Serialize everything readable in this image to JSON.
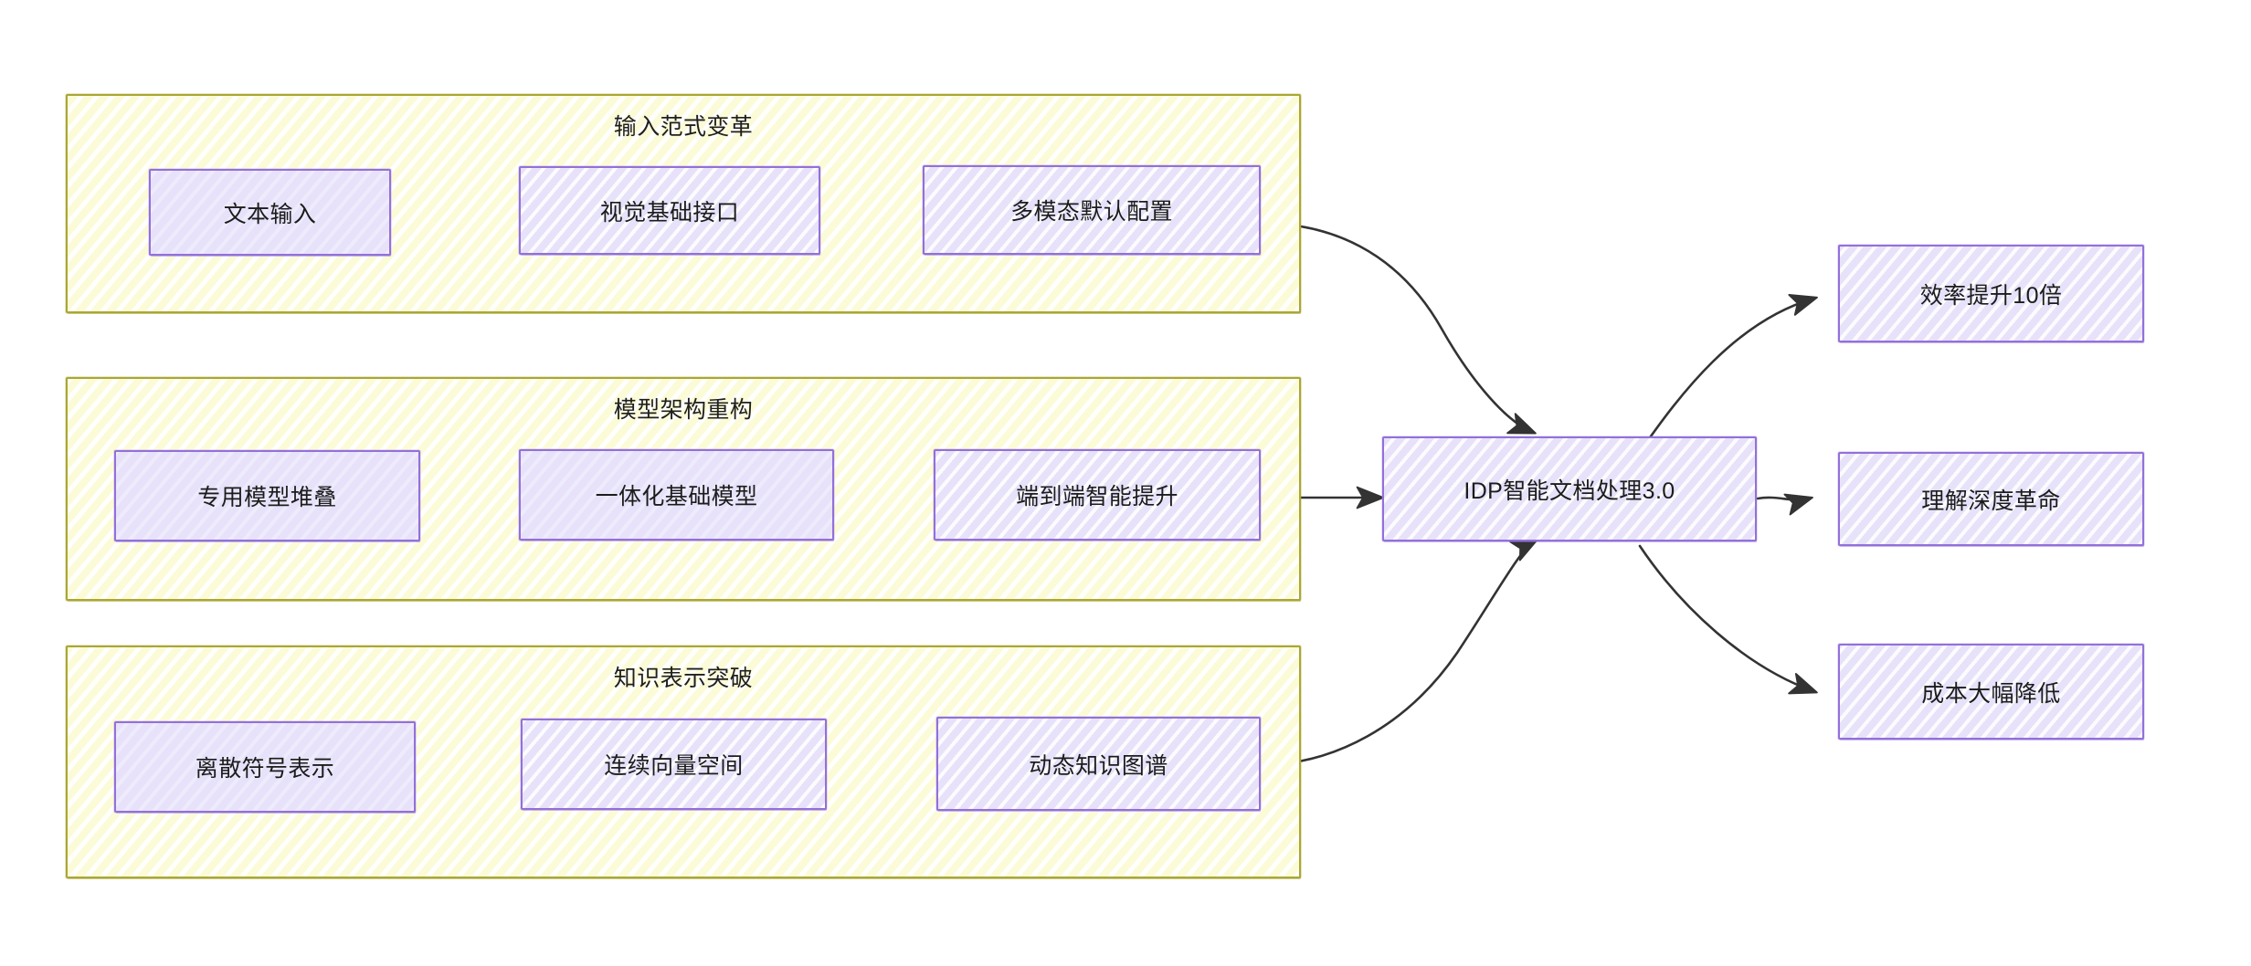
{
  "diagram": {
    "type": "flowchart",
    "direction": "left-to-right",
    "title_visible": false,
    "colors": {
      "subgraph_border": "#aaa733",
      "subgraph_fill": "#fcfbd8",
      "node_border": "#9370db",
      "node_fill": "#e7e2fa",
      "edge_stroke": "#333333",
      "text": "#1c1c1c",
      "background": "#ffffff"
    },
    "subgraphs": [
      {
        "id": "sg1",
        "title": "输入范式变革",
        "nodes": [
          {
            "id": "n1",
            "label": "文本输入"
          },
          {
            "id": "n2",
            "label": "视觉基础接口"
          },
          {
            "id": "n3",
            "label": "多模态默认配置"
          }
        ]
      },
      {
        "id": "sg2",
        "title": "模型架构重构",
        "nodes": [
          {
            "id": "n4",
            "label": "专用模型堆叠"
          },
          {
            "id": "n5",
            "label": "一体化基础模型"
          },
          {
            "id": "n6",
            "label": "端到端智能提升"
          }
        ]
      },
      {
        "id": "sg3",
        "title": "知识表示突破",
        "nodes": [
          {
            "id": "n7",
            "label": "离散符号表示"
          },
          {
            "id": "n8",
            "label": "连续向量空间"
          },
          {
            "id": "n9",
            "label": "动态知识图谱"
          }
        ]
      }
    ],
    "center": {
      "id": "hub",
      "label": "IDP智能文档处理3.0"
    },
    "outcomes": [
      {
        "id": "o1",
        "label": "效率提升10倍"
      },
      {
        "id": "o2",
        "label": "理解深度革命"
      },
      {
        "id": "o3",
        "label": "成本大幅降低"
      }
    ],
    "edges": [
      {
        "from": "n1",
        "to": "n2",
        "label": ""
      },
      {
        "from": "n2",
        "to": "n3",
        "label": ""
      },
      {
        "from": "n4",
        "to": "n5",
        "label": ""
      },
      {
        "from": "n5",
        "to": "n6",
        "label": ""
      },
      {
        "from": "n7",
        "to": "n8",
        "label": ""
      },
      {
        "from": "n8",
        "to": "n9",
        "label": ""
      },
      {
        "from": "n3",
        "to": "hub",
        "label": ""
      },
      {
        "from": "n6",
        "to": "hub",
        "label": ""
      },
      {
        "from": "n9",
        "to": "hub",
        "label": ""
      },
      {
        "from": "hub",
        "to": "o1",
        "label": ""
      },
      {
        "from": "hub",
        "to": "o2",
        "label": ""
      },
      {
        "from": "hub",
        "to": "o3",
        "label": ""
      }
    ]
  }
}
